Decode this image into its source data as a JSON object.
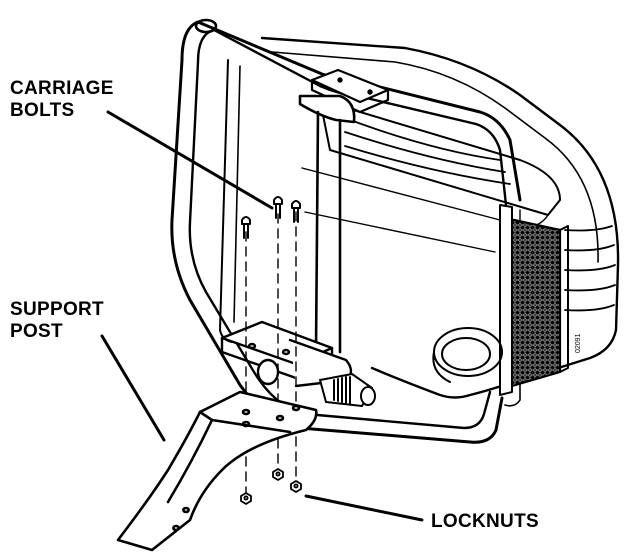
{
  "callouts": {
    "carriage_bolts": {
      "line1": "CARRIAGE",
      "line2": "BOLTS"
    },
    "support_post": {
      "line1": "SUPPORT",
      "line2": "POST"
    },
    "locknuts": {
      "line1": "LOCKNUTS"
    }
  },
  "drawing_code": "02091",
  "colors": {
    "ink": "#000000",
    "paper": "#ffffff",
    "screen": "#bfbfbf"
  }
}
